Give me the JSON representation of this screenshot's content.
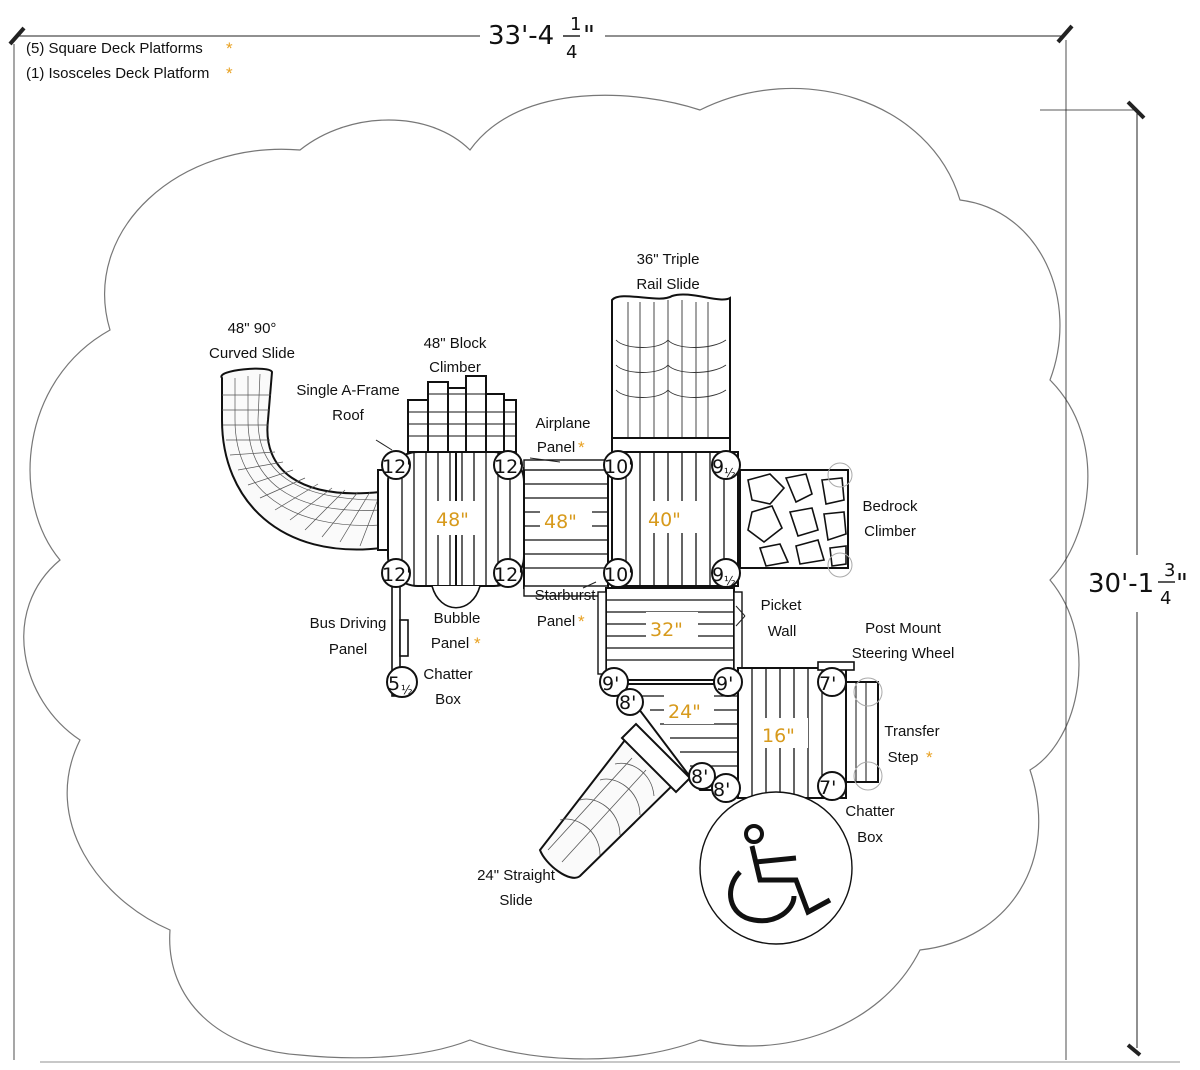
{
  "legend": {
    "line1": "(5) Square Deck Platforms",
    "line2": "(1) Isosceles Deck Platform",
    "asterisk": "*",
    "asterisk_color": "#e8a020"
  },
  "dimensions": {
    "width_main": "33'-4",
    "width_frac_num": "1",
    "width_frac_den": "4",
    "width_unit": "\"",
    "depth_main": "30'-1",
    "depth_frac_num": "3",
    "depth_frac_den": "4",
    "depth_unit": "\""
  },
  "labels": {
    "curved_slide": [
      "48\" 90°",
      "Curved Slide"
    ],
    "block_climber": [
      "48\" Block",
      "Climber"
    ],
    "aframe_roof": [
      "Single A-Frame",
      "Roof"
    ],
    "airplane_panel": [
      "Airplane",
      "Panel"
    ],
    "triple_slide": [
      "36\" Triple",
      "Rail Slide"
    ],
    "bedrock_climber": [
      "Bedrock",
      "Climber"
    ],
    "starburst_panel": [
      "Starburst",
      "Panel"
    ],
    "picket_wall": [
      "Picket",
      "Wall"
    ],
    "post_mount_wheel": [
      "Post Mount",
      "Steering Wheel"
    ],
    "bus_panel": [
      "Bus Driving",
      "Panel"
    ],
    "bubble_panel": [
      "Bubble",
      "Panel"
    ],
    "chatter_box_left": [
      "Chatter",
      "Box"
    ],
    "transfer_step": [
      "Transfer",
      "Step"
    ],
    "chatter_box_right": [
      "Chatter",
      "Box"
    ],
    "straight_slide": [
      "24\" Straight",
      "Slide"
    ]
  },
  "deck_heights": {
    "left_deck": "48\"",
    "bridge": "48\"",
    "center_deck": "40\"",
    "mid_deck": "32\"",
    "lower_tri": "24\"",
    "right_low": "16\""
  },
  "post_heights": {
    "a": "12'",
    "b": "12'",
    "c": "12'",
    "d": "12'",
    "e": "10'",
    "f": "10'",
    "g_main": "9",
    "g_frac": "½",
    "h_main": "9",
    "h_frac": "½",
    "i": "9'",
    "j": "9'",
    "k": "8'",
    "l": "8'",
    "m": "8'",
    "n": "7'",
    "o": "7'",
    "p_main": "5",
    "p_frac": "½"
  },
  "colors": {
    "height_text": "#d79a1c",
    "line": "#111111"
  },
  "icons": {
    "accessibility": "wheelchair-icon"
  }
}
